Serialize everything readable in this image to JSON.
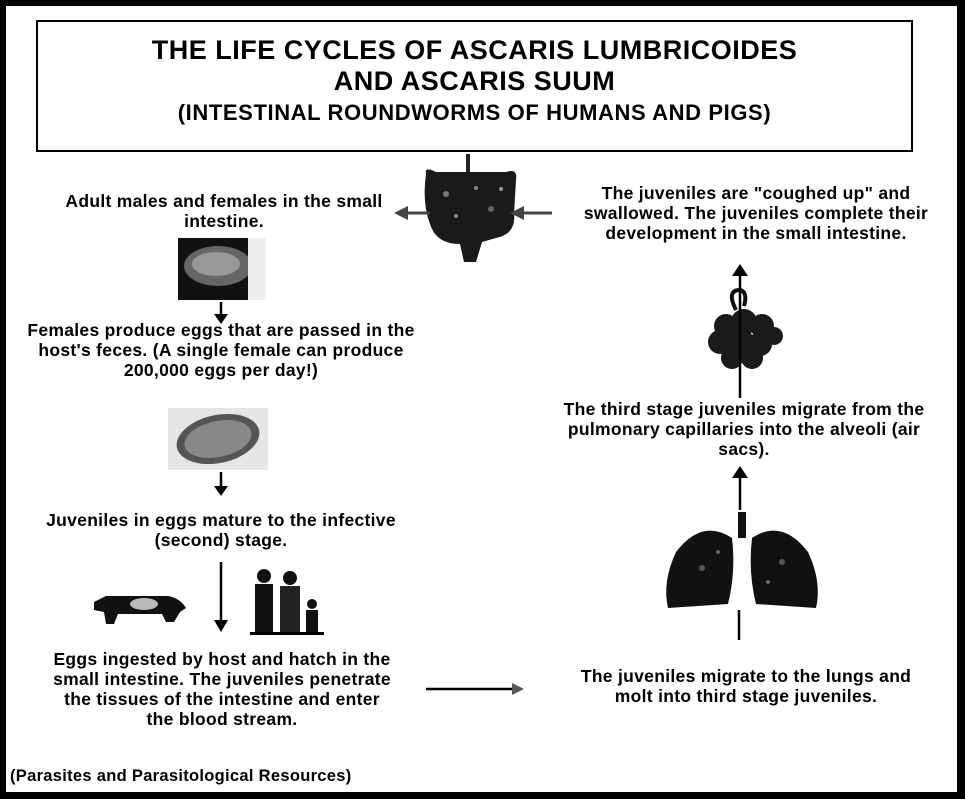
{
  "title": {
    "line1": "THE LIFE CYCLES OF ASCARIS LUMBRICOIDES",
    "line2": "AND ASCARIS SUUM",
    "line3": "(INTESTINAL ROUNDWORMS OF HUMANS AND PIGS)"
  },
  "steps": {
    "adults": "Adult males and females in the small intestine.",
    "eggs": "Females produce eggs that are passed in the host's feces. (A single female can produce 200,000 eggs per day!)",
    "infective": "Juveniles in eggs mature to the infective (second) stage.",
    "ingested": "Eggs ingested by host and hatch in the small intestine. The juveniles penetrate the tissues of the intestine and enter the blood stream.",
    "lungs": "The juveniles migrate to the lungs and molt into third stage juveniles.",
    "alveoli": "The third stage juveniles migrate from the pulmonary capillaries into the alveoli (air sacs).",
    "coughed": "The juveniles are \"coughed up\" and swallowed. The juveniles complete their development in the small intestine."
  },
  "citation": "(Parasites and Parasitological Resources)",
  "icons": [
    "intestine-icon",
    "adult-worm-photo-icon",
    "egg-photo-icon",
    "pig-icon",
    "human-family-icon",
    "lungs-icon",
    "alveoli-icon"
  ]
}
